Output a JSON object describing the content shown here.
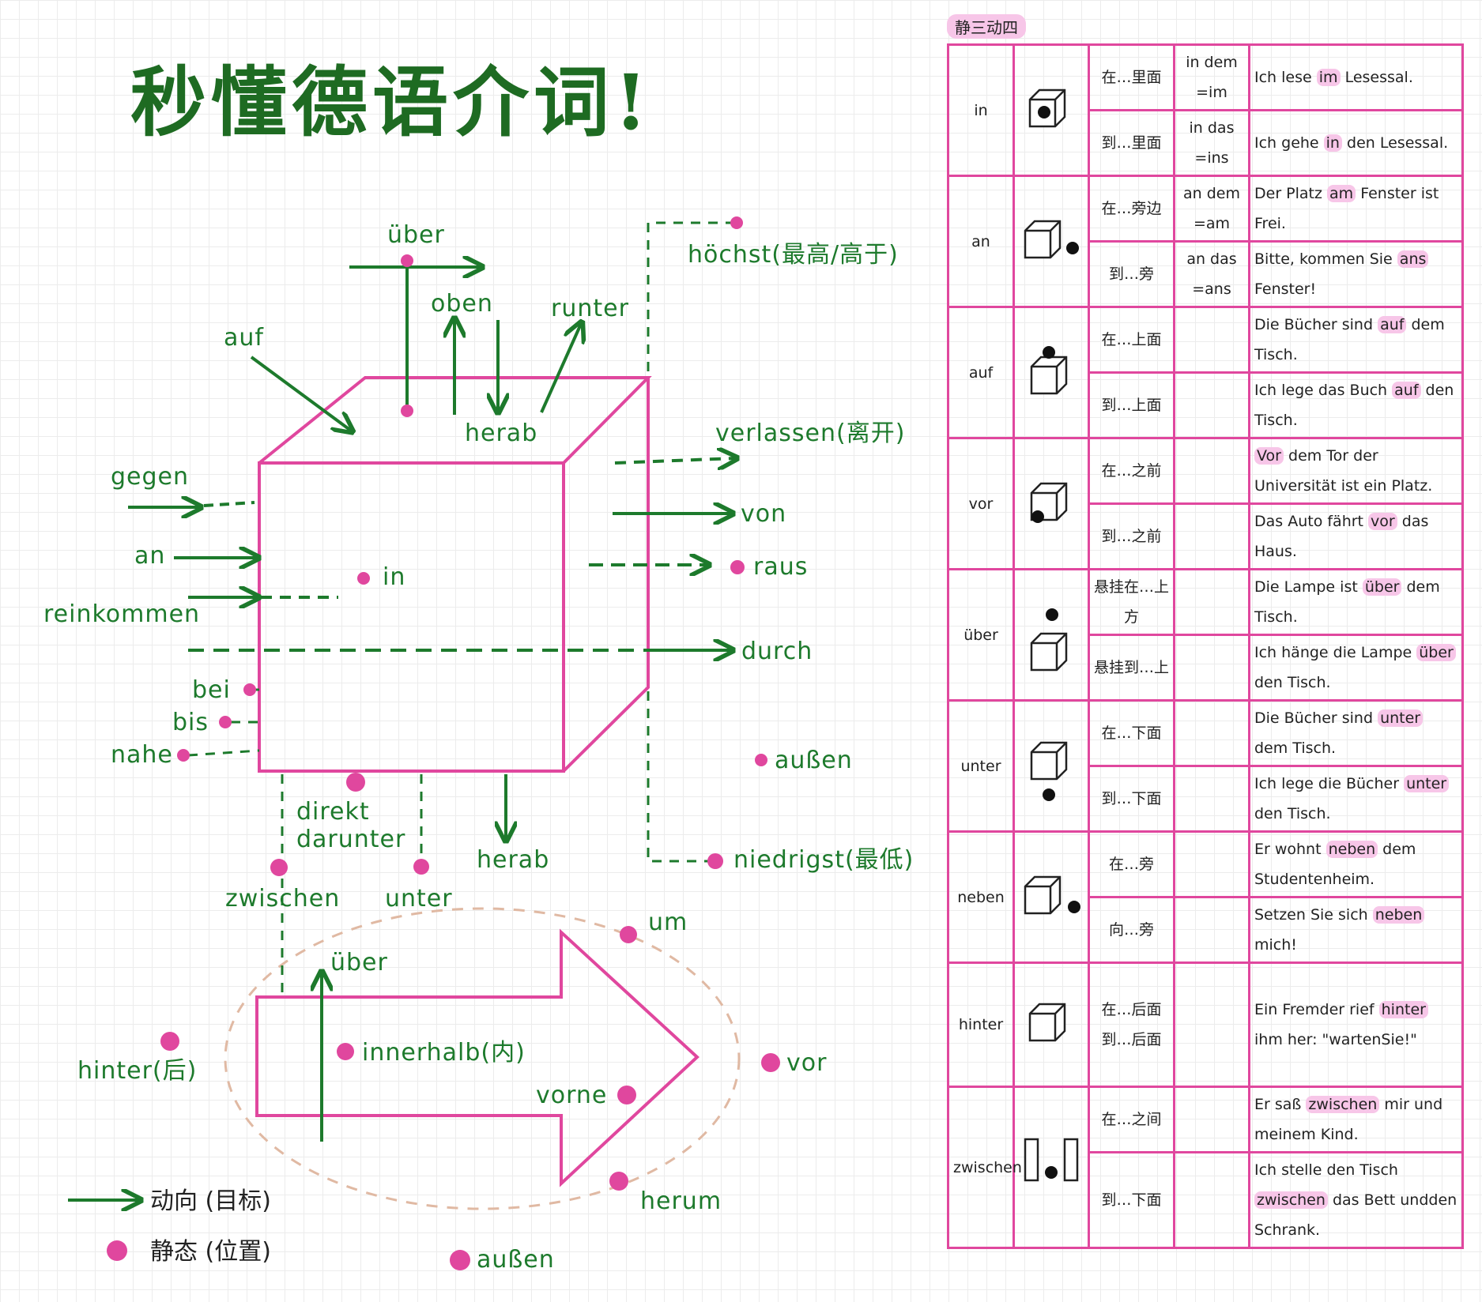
{
  "title": "秒懂德语介词!",
  "labels": {
    "ueber_top": "über",
    "oben": "oben",
    "runter": "runter",
    "herab_top": "herab",
    "auf": "auf",
    "hoechst": "höchst(最高/高于)",
    "verlassen": "verlassen(离开)",
    "gegen": "gegen",
    "an": "an",
    "reinkommen": "reinkommen",
    "in": "in",
    "von": "von",
    "raus": "raus",
    "durch": "durch",
    "bei": "bei",
    "bis": "bis",
    "nahe": "nahe",
    "aussen_right": "außen",
    "direkt": "direkt",
    "darunter": "darunter",
    "herab_bottom": "herab",
    "niedrigst": "niedrigst(最低)",
    "zwischen": "zwischen",
    "unter": "unter",
    "um": "um",
    "ueber_arrow": "über",
    "innerhalb": "innerhalb(内)",
    "hinter": "hinter(后)",
    "vorne": "vorne",
    "vor": "vor",
    "herum": "herum",
    "aussen_bottom": "außen"
  },
  "legend": {
    "arrow_text": "动向 (目标)",
    "dot_text": "静态 (位置)"
  },
  "colors": {
    "green": "#1d7a2c",
    "pink": "#e0479e",
    "dashed_ellipse": "#e0b9a3"
  },
  "table": {
    "tag": "静三动四",
    "rows": [
      {
        "prep": "in",
        "icon": "in",
        "subs": [
          {
            "cn": "在…里面",
            "form": "in dem =im",
            "ex": [
              "Ich lese ",
              {
                "hl": "im"
              },
              " Lesessal."
            ]
          },
          {
            "cn": "到…里面",
            "form": "in das =ins",
            "ex": [
              "Ich gehe ",
              {
                "hl": "in"
              },
              " den Lesessal."
            ]
          }
        ]
      },
      {
        "prep": "an",
        "icon": "an",
        "subs": [
          {
            "cn": "在…旁边",
            "form": "an dem =am",
            "ex": [
              "Der Platz ",
              {
                "hl": "am"
              },
              " Fenster ist Frei."
            ]
          },
          {
            "cn": "到…旁",
            "form": "an das =ans",
            "ex": [
              "Bitte, kommen Sie ",
              {
                "hl": "ans"
              },
              " Fenster!"
            ]
          }
        ]
      },
      {
        "prep": "auf",
        "icon": "auf",
        "subs": [
          {
            "cn": "在…上面",
            "form": "",
            "ex": [
              "Die Bücher sind ",
              {
                "hl": "auf"
              },
              " dem Tisch."
            ]
          },
          {
            "cn": "到…上面",
            "form": "",
            "ex": [
              "Ich lege das Buch ",
              {
                "hl": "auf"
              },
              " den Tisch."
            ]
          }
        ]
      },
      {
        "prep": "vor",
        "icon": "vor",
        "subs": [
          {
            "cn": "在…之前",
            "form": "",
            "ex": [
              {
                "hl": "Vor"
              },
              " dem Tor der Universität ist ein Platz."
            ]
          },
          {
            "cn": "到…之前",
            "form": "",
            "ex": [
              "Das Auto fährt ",
              {
                "hl": "vor"
              },
              " das Haus."
            ]
          }
        ]
      },
      {
        "prep": "über",
        "icon": "ueber",
        "subs": [
          {
            "cn": "悬挂在…上方",
            "form": "",
            "ex": [
              "Die Lampe ist ",
              {
                "hl": "über"
              },
              " dem Tisch."
            ]
          },
          {
            "cn": "悬挂到…上",
            "form": "",
            "ex": [
              "Ich hänge die Lampe ",
              {
                "hl": "über"
              },
              " den Tisch."
            ]
          }
        ]
      },
      {
        "prep": "unter",
        "icon": "unter",
        "subs": [
          {
            "cn": "在…下面",
            "form": "",
            "ex": [
              "Die Bücher sind ",
              {
                "hl": "unter"
              },
              " dem Tisch."
            ]
          },
          {
            "cn": "到…下面",
            "form": "",
            "ex": [
              "Ich lege die Bücher ",
              {
                "hl": "unter"
              },
              " den Tisch."
            ]
          }
        ]
      },
      {
        "prep": "neben",
        "icon": "neben",
        "subs": [
          {
            "cn": "在…旁",
            "form": "",
            "ex": [
              "Er wohnt ",
              {
                "hl": "neben"
              },
              " dem Studentenheim."
            ]
          },
          {
            "cn": "向…旁",
            "form": "",
            "ex": [
              "Setzen Sie sich ",
              {
                "hl": "neben"
              },
              " mich!"
            ]
          }
        ]
      },
      {
        "prep": "hinter",
        "icon": "hinter",
        "subs": [
          {
            "cn": "在…后面 到…后面",
            "form": "",
            "ex": [
              "Ein Fremder rief ",
              {
                "hl": "hinter"
              },
              " ihm her: \"wartenSie!\""
            ]
          }
        ]
      },
      {
        "prep": "zwischen",
        "icon": "zwischen",
        "subs": [
          {
            "cn": "在…之间",
            "form": "",
            "ex": [
              "Er saß ",
              {
                "hl": "zwischen"
              },
              " mir und meinem Kind."
            ]
          },
          {
            "cn": "到…下面",
            "form": "",
            "ex": [
              "Ich stelle den Tisch ",
              {
                "hl": "zwischen"
              },
              " das Bett undden Schrank."
            ]
          }
        ]
      }
    ]
  }
}
